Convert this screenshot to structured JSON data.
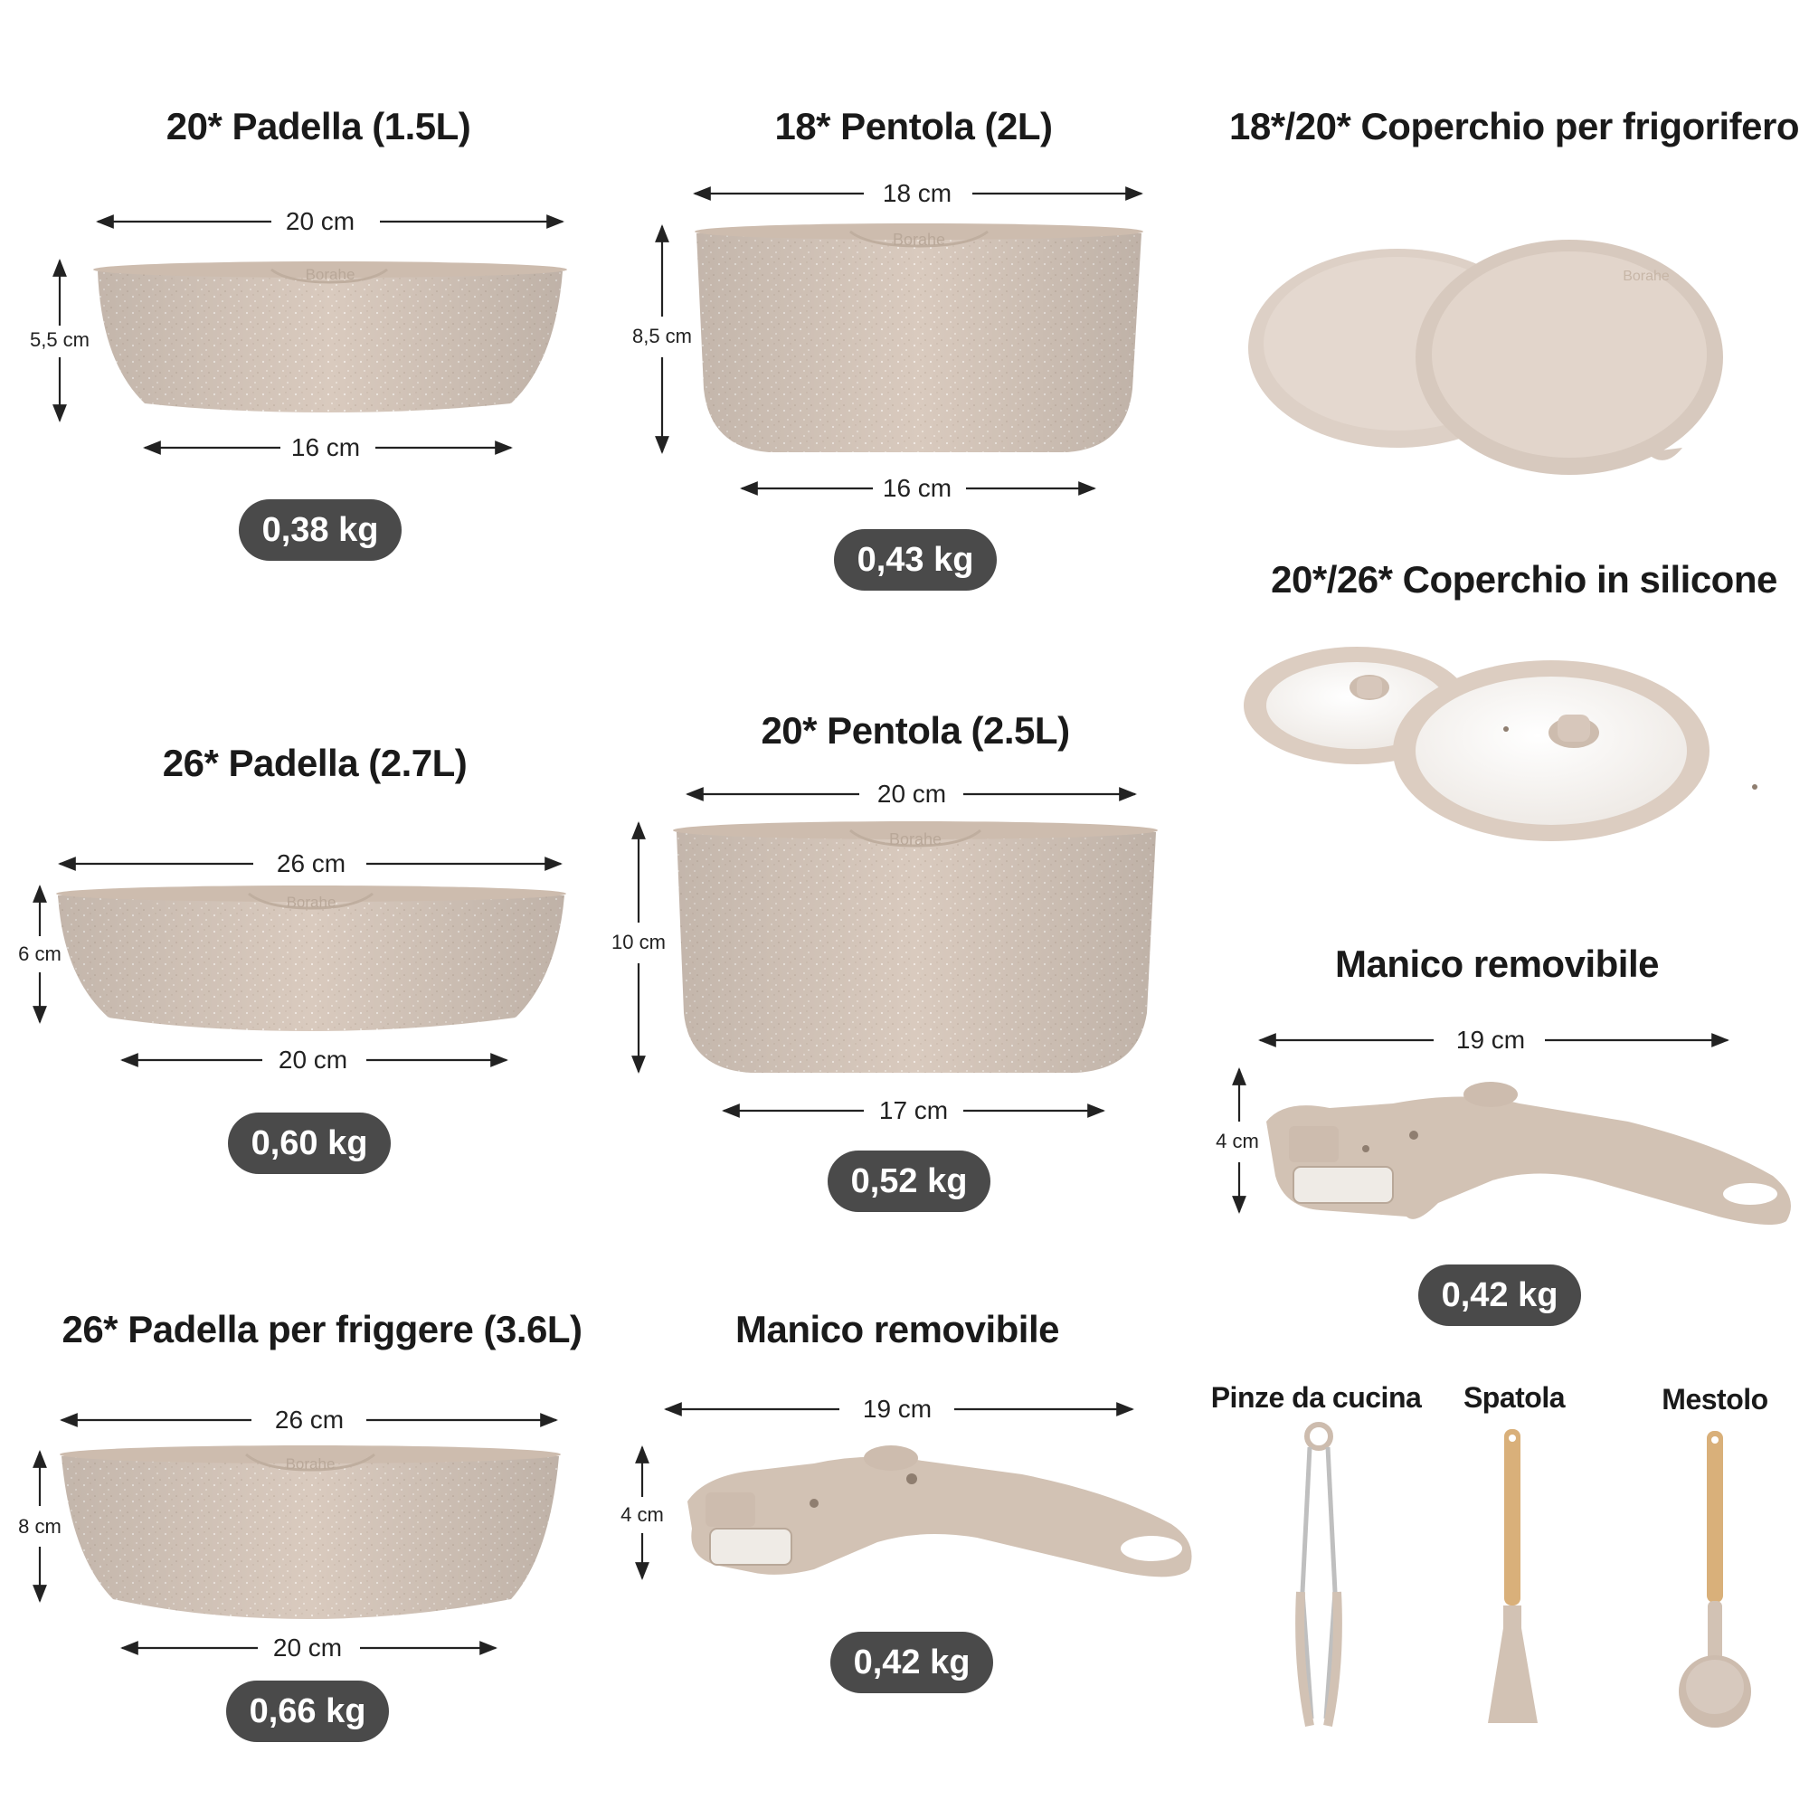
{
  "items": {
    "padella_20": {
      "title": "20* Padella (1.5L)",
      "top": "20 cm",
      "bottom": "16 cm",
      "height": "5,5 cm",
      "weight": "0,38 kg"
    },
    "pentola_18": {
      "title": "18* Pentola (2L)",
      "top": "18 cm",
      "bottom": "16 cm",
      "height": "8,5 cm",
      "weight": "0,43 kg"
    },
    "coperchio_frigo": {
      "title": "18*/20* Coperchio per frigorifero"
    },
    "coperchio_silicone": {
      "title": "20*/26* Coperchio in silicone"
    },
    "padella_26": {
      "title": "26* Padella (2.7L)",
      "top": "26 cm",
      "bottom": "20 cm",
      "height": "6 cm",
      "weight": "0,60 kg"
    },
    "pentola_20": {
      "title": "20* Pentola (2.5L)",
      "top": "20 cm",
      "bottom": "17 cm",
      "height": "10 cm",
      "weight": "0,52 kg"
    },
    "manico_right": {
      "title": "Manico removibile",
      "length": "19 cm",
      "height": "4 cm",
      "weight": "0,42 kg"
    },
    "friggere_26": {
      "title": "26* Padella per friggere (3.6L)",
      "top": "26 cm",
      "bottom": "20 cm",
      "height": "8 cm",
      "weight": "0,66 kg"
    },
    "manico_bottom": {
      "title": "Manico removibile",
      "length": "19 cm",
      "height": "4 cm",
      "weight": "0,42 kg"
    },
    "pinze": {
      "title": "Pinze da cucina"
    },
    "spatola": {
      "title": "Spatola"
    },
    "mestolo": {
      "title": "Mestolo"
    }
  },
  "brand": "Borahe",
  "colors": {
    "body": "#d8c8bc",
    "rim": "#cdbcae",
    "pill": "#4a4a4a",
    "wood": "#d9b07a"
  }
}
